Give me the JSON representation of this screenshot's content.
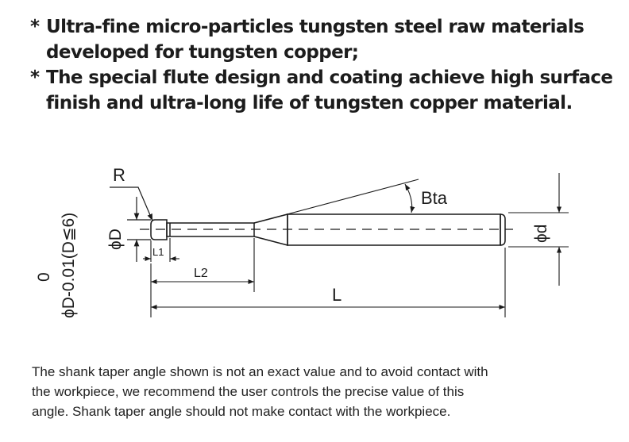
{
  "bullets": [
    {
      "star": "*",
      "lines": [
        "Ultra-fine micro-particles tungsten steel raw materials",
        "developed for tungsten copper;"
      ]
    },
    {
      "star": "*",
      "lines": [
        "The special flute design and coating achieve high surface",
        "finish and ultra-long life of tungsten copper material."
      ]
    }
  ],
  "diagram": {
    "tolerance_top": "0",
    "tolerance_bottom": "ϕD-0.01(D≦6)",
    "label_R": "R",
    "label_phiD": "ϕD",
    "label_L1": "L1",
    "label_L2": "L2",
    "label_L": "L",
    "label_Bta": "Bta",
    "label_phid": "ϕd"
  },
  "note": {
    "lines": [
      "The shank taper angle shown is not an exact value and to avoid contact with",
      "the workpiece, we recommend the user controls the precise value of this",
      "angle. Shank taper angle should not make contact with the workpiece."
    ]
  }
}
